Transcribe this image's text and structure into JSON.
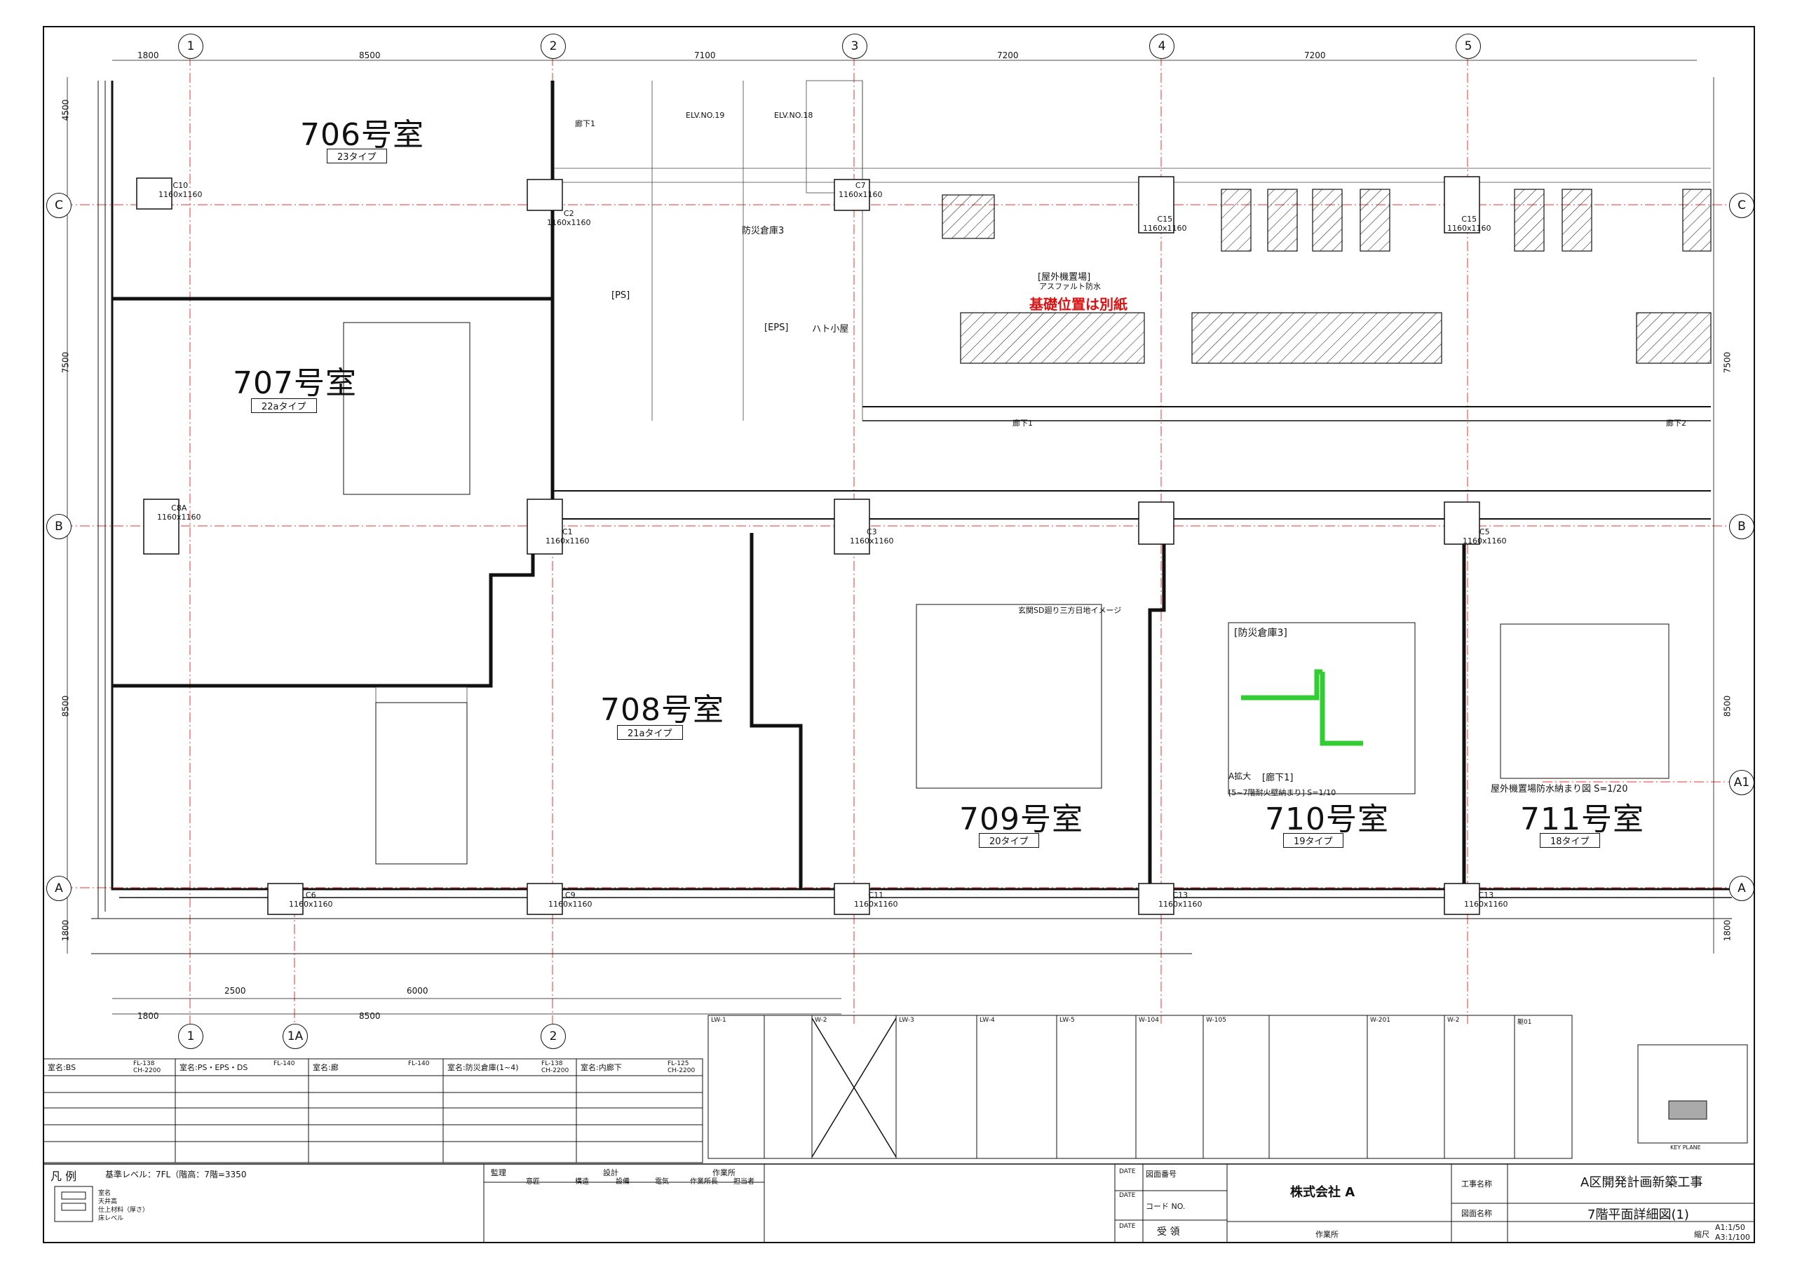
{
  "rooms": [
    {
      "name": "706号室",
      "type": "23タイプ"
    },
    {
      "name": "707号室",
      "type": "22aタイプ"
    },
    {
      "name": "708号室",
      "type": "21aタイプ"
    },
    {
      "name": "709号室",
      "type": "20タイプ"
    },
    {
      "name": "710号室",
      "type": "19タイプ"
    },
    {
      "name": "711号室",
      "type": "18タイプ"
    }
  ],
  "grid": {
    "columns": [
      "1",
      "1A",
      "2",
      "3",
      "4",
      "5"
    ],
    "rows": [
      "C",
      "B",
      "A1",
      "A"
    ],
    "top_dims": [
      "1800",
      "8500",
      "7100",
      "7200",
      "7200"
    ],
    "bottom_dims": [
      "2500",
      "6000",
      "1800",
      "8500"
    ],
    "left_dims": [
      "4500",
      "7500",
      "8500",
      "1800"
    ]
  },
  "columns_tags": [
    "C10",
    "C2",
    "C7",
    "C15",
    "C15",
    "C8A",
    "C1",
    "C3",
    "C5",
    "C6",
    "C9",
    "C11",
    "C13",
    "C13"
  ],
  "column_size": "1160x1160",
  "notes": {
    "foundation": "基礎位置は別紙",
    "outdoor": "[屋外機置場]",
    "asphalt": "アスファルト防水",
    "eps": "[EPS]",
    "ps": "[PS]",
    "bousai": "防災倉庫3",
    "hato": "ハト小屋",
    "elv1": "ELV.NO.19",
    "elv2": "ELV.NO.18",
    "rouka": "廊下1",
    "rouka2": "廊下2"
  },
  "details": {
    "d1": "防災倉庫3",
    "d1_sub": "[5~7階耐火壁納まり] S=1/10",
    "d2": "屋外機置場防水納まり図 S=1/20",
    "d3": "玄関SD廻り三方日地イメージ",
    "d4": "[廊下1]",
    "d5": "A拡大"
  },
  "legend": {
    "title": "凡 例",
    "base": "基準レベル：7FL（階高：7階=3350",
    "items": [
      "室名",
      "天井高",
      "仕上材料（厚さ）",
      "床レベル"
    ],
    "keyplan": "KEY PLANE"
  },
  "finish_table": [
    {
      "room": "BS",
      "floor": "FL-138",
      "ceil": "CH-2200"
    },
    {
      "room": "PS・EPS・DS",
      "floor": "FL-140",
      "ceil": ""
    },
    {
      "room": "廊",
      "floor": "FL-140",
      "ceil": ""
    },
    {
      "room": "防災倉庫(1~4)",
      "floor": "FL-138",
      "ceil": "CH-2200"
    },
    {
      "room": "内廊下",
      "floor": "FL-125",
      "ceil": "CH-2200"
    }
  ],
  "title_block": {
    "company": "株式会社 A",
    "project_label": "工事名称",
    "project": "A区開発計画新築工事",
    "drawing_label": "図面名称",
    "drawing": "7階平面詳細図(1)",
    "scale_label": "縮尺",
    "scale1": "A1:1/50",
    "scale2": "A3:1/100",
    "code_label": "コード NO.",
    "number_label": "図面番号",
    "receipt": "受 領",
    "office": "作業所",
    "supervise": "監理",
    "design": "設計",
    "work": "作業所",
    "roles": [
      "意匠",
      "構造",
      "設備",
      "電気",
      "作業所長",
      "担当者"
    ],
    "date": "DATE"
  },
  "detail_strip": [
    "LW-1",
    "W-2",
    "LW-3",
    "LW-4",
    "LW-5",
    "W-104",
    "W-105",
    "W-201",
    "W-2",
    "躯01"
  ]
}
